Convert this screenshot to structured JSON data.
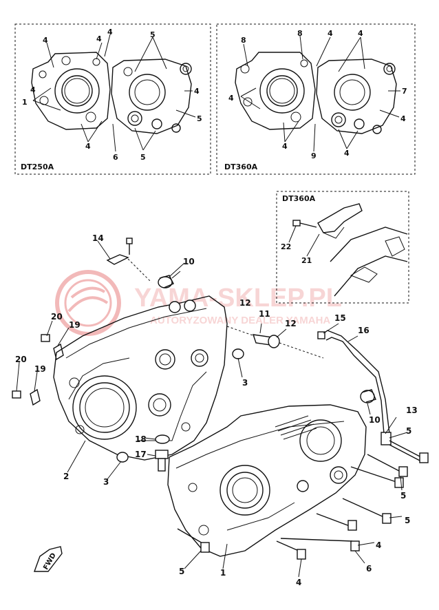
{
  "watermark": {
    "brand": "YAMA-SKLEP.PL",
    "tagline": "AUTORYZOWANY DEALER YAMAHA",
    "color": "#e88080"
  },
  "insets": {
    "dt250a": {
      "label": "DT250A"
    },
    "dt360a_top": {
      "label": "DT360A"
    },
    "dt360a_small": {
      "label": "DT360A"
    }
  },
  "callouts": {
    "c1": "1",
    "c2": "2",
    "c3": "3",
    "c4": "4",
    "c5": "5",
    "c6": "6",
    "c7": "7",
    "c8": "8",
    "c9": "9",
    "c10": "10",
    "c11": "11",
    "c12": "12",
    "c13": "13",
    "c14": "14",
    "c15": "15",
    "c16": "16",
    "c17": "17",
    "c18": "18",
    "c19": "19",
    "c20": "20",
    "c21": "21",
    "c22": "22"
  },
  "front_arrow": {
    "label": "FWD"
  }
}
